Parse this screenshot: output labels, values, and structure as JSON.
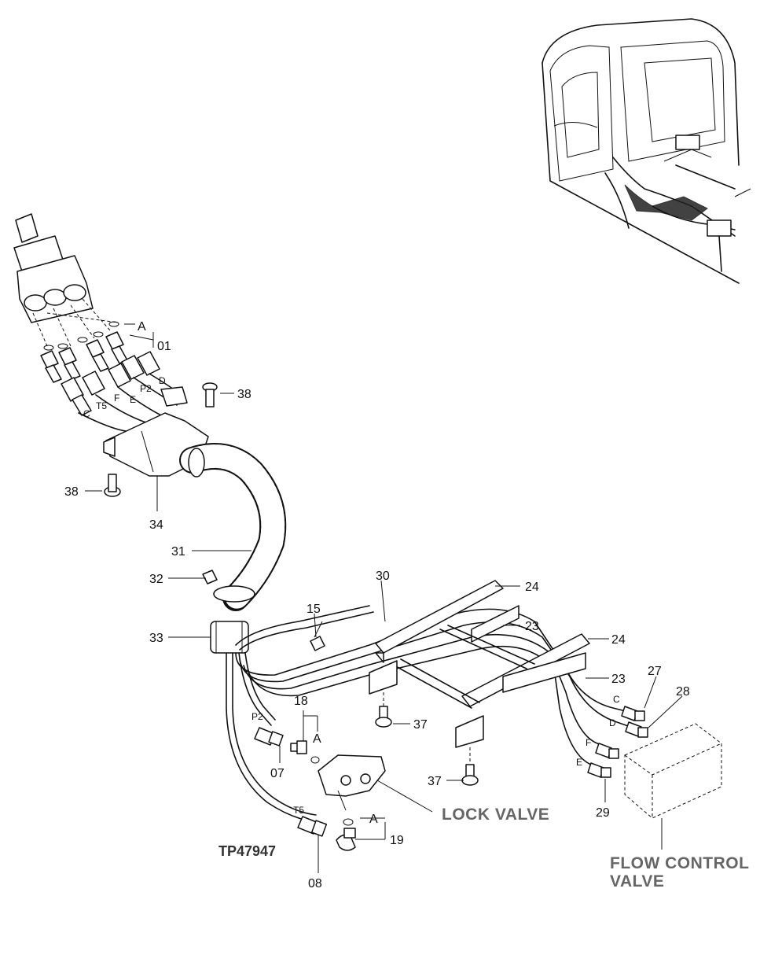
{
  "callouts": {
    "c01": "01",
    "c07": "07",
    "c08": "08",
    "c15": "15",
    "c18": "18",
    "c19": "19",
    "c23a": "23",
    "c23b": "23",
    "c24a": "24",
    "c24b": "24",
    "c27": "27",
    "c28": "28",
    "c29": "29",
    "c30": "30",
    "c31": "31",
    "c32": "32",
    "c33": "33",
    "c34": "34",
    "c37a": "37",
    "c37b": "37",
    "c38a": "38",
    "c38b": "38"
  },
  "port_letters": {
    "a_top": "A",
    "a_18": "A",
    "a_19": "A",
    "p2_top": "P2",
    "d_top": "D",
    "t5_top": "T5",
    "c_top": "C",
    "f_top": "F",
    "e_top": "E",
    "p2_hose": "P2",
    "t5_hose": "T5",
    "c_fc": "C",
    "d_fc": "D",
    "f_fc": "F",
    "e_fc": "E"
  },
  "labels": {
    "lock_valve": "LOCK VALVE",
    "flow_control_1": "FLOW CONTROL",
    "flow_control_2": "VALVE",
    "figure_id": "TP47947"
  }
}
